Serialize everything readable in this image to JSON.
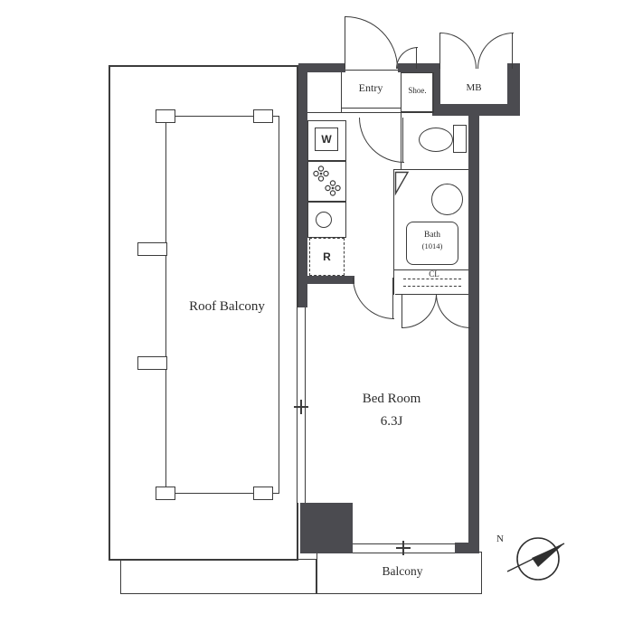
{
  "colors": {
    "wall": "#4b4b50",
    "line": "#3c3c3c",
    "text": "#2d2d2d"
  },
  "rooms": {
    "roof_balcony": {
      "label": "Roof Balcony"
    },
    "bedroom": {
      "label": "Bed Room",
      "size": "6.3J"
    },
    "balcony": {
      "label": "Balcony"
    },
    "entry": {
      "label": "Entry"
    },
    "shoe": {
      "label": "Shoe."
    },
    "meter_box": {
      "label": "MB"
    },
    "bath": {
      "label": "Bath",
      "size": "(1014)"
    },
    "closet": {
      "label": "CL"
    }
  },
  "fixtures": {
    "washer": {
      "label": "W"
    },
    "refrigerator": {
      "label": "R"
    }
  },
  "compass": {
    "north": "N"
  }
}
